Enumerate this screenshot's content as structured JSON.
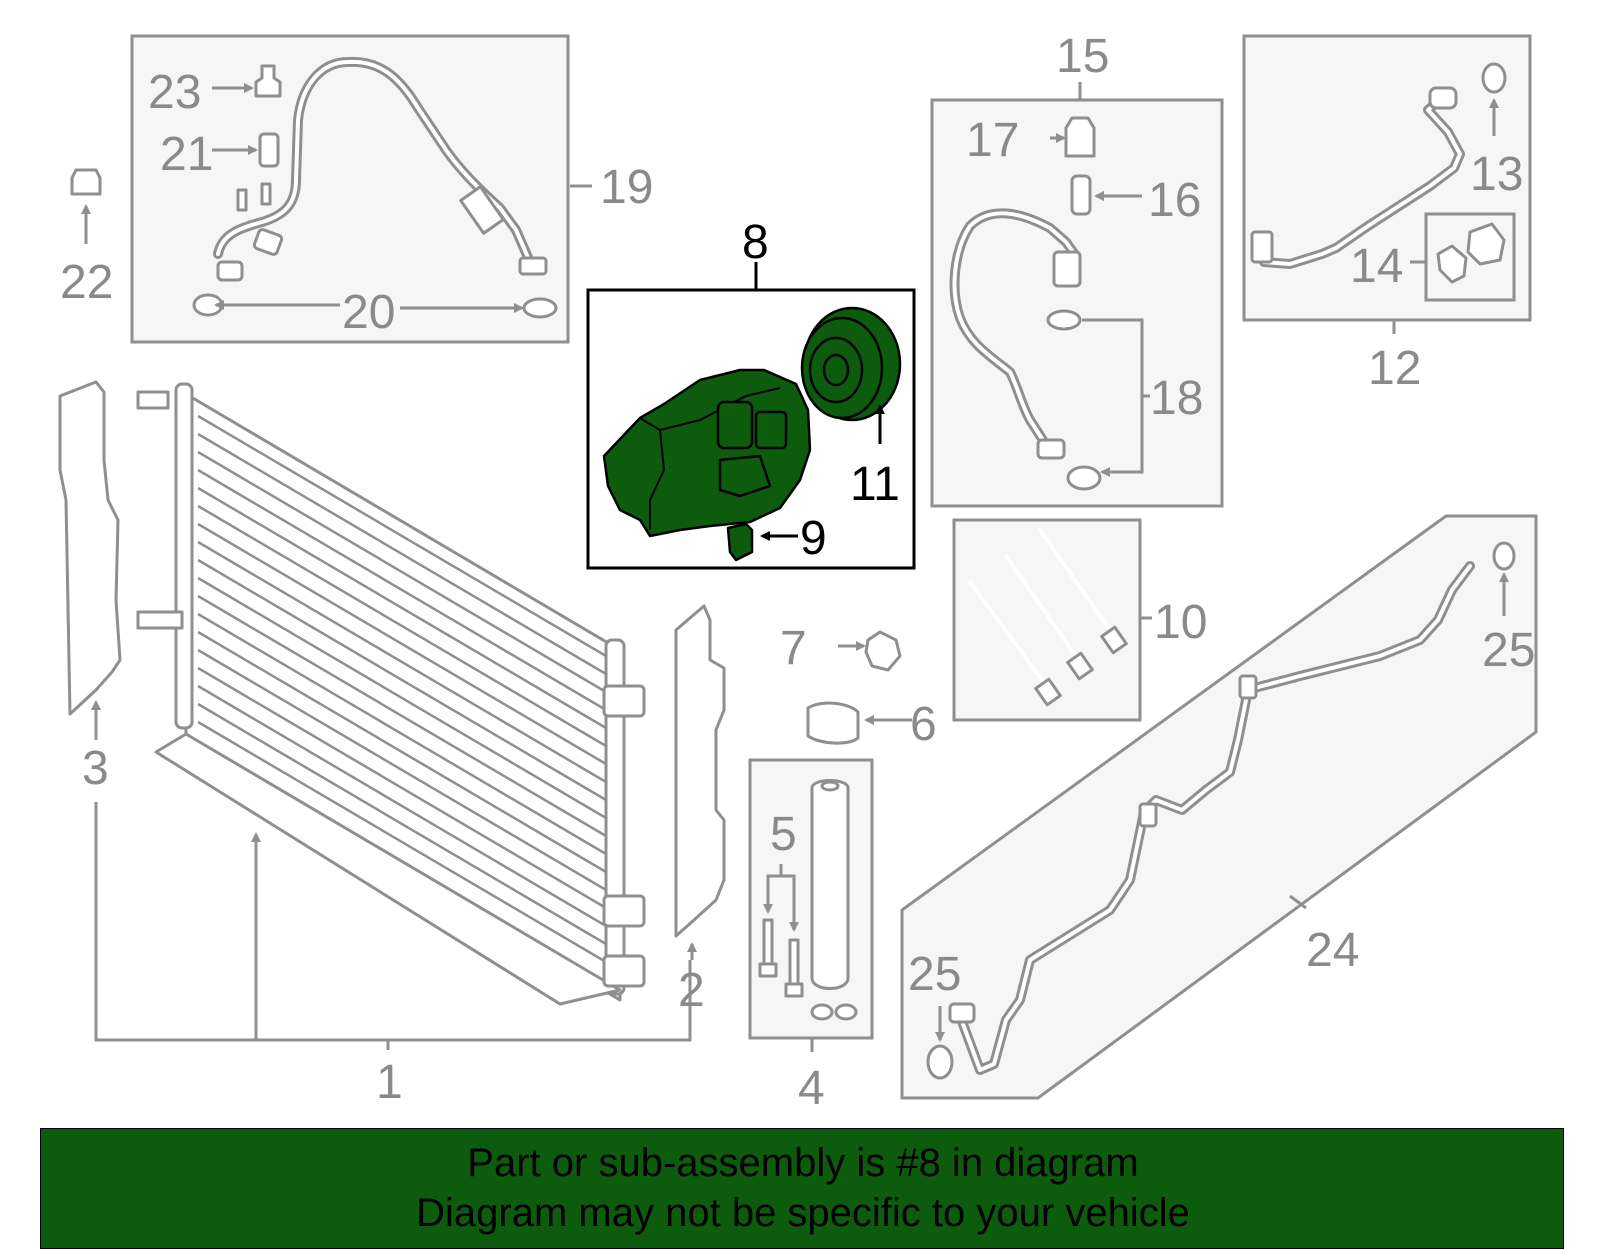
{
  "callouts": {
    "c1": "1",
    "c2": "2",
    "c3": "3",
    "c4": "4",
    "c5": "5",
    "c6": "6",
    "c7": "7",
    "c8": "8",
    "c9": "9",
    "c10": "10",
    "c11": "11",
    "c12": "12",
    "c13": "13",
    "c14": "14",
    "c15": "15",
    "c16": "16",
    "c17": "17",
    "c18": "18",
    "c19": "19",
    "c20": "20",
    "c21": "21",
    "c22": "22",
    "c23": "23",
    "c24": "24",
    "c25a": "25",
    "c25b": "25"
  },
  "highlight_part": "8",
  "colors": {
    "highlight": "#0d5c0d",
    "line": "#8f8f8f",
    "panel": "#f6f6f6"
  },
  "banner": {
    "line1": "Part or sub-assembly is #8 in diagram",
    "line2": "Diagram may not be specific to your vehicle"
  }
}
